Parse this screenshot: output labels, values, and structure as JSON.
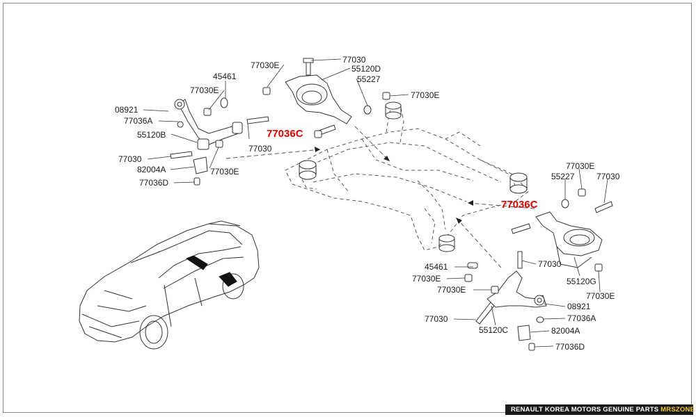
{
  "footer": {
    "main_text": "RENAULT KOREA MOTORS GENUINE PARTS",
    "brand_text": "MRSZONE"
  },
  "colors": {
    "highlight": "#e00000",
    "footer_bg": "#1b1b1b",
    "footer_accent": "#f4c430"
  },
  "callouts": [
    {
      "id": "c01",
      "text": "77030E",
      "highlight": false
    },
    {
      "id": "c02",
      "text": "77030",
      "highlight": false
    },
    {
      "id": "c03",
      "text": "55120D",
      "highlight": false
    },
    {
      "id": "c04",
      "text": "55227",
      "highlight": false
    },
    {
      "id": "c05",
      "text": "77030E",
      "highlight": false
    },
    {
      "id": "c06",
      "text": "45461",
      "highlight": false
    },
    {
      "id": "c07",
      "text": "77030E",
      "highlight": false
    },
    {
      "id": "c08",
      "text": "08921",
      "highlight": false
    },
    {
      "id": "c09",
      "text": "77036A",
      "highlight": false
    },
    {
      "id": "c10",
      "text": "55120B",
      "highlight": false
    },
    {
      "id": "c11",
      "text": "77030",
      "highlight": false
    },
    {
      "id": "c12",
      "text": "77030",
      "highlight": false
    },
    {
      "id": "c13",
      "text": "82004A",
      "highlight": false
    },
    {
      "id": "c14",
      "text": "77030E",
      "highlight": false
    },
    {
      "id": "c15",
      "text": "77036D",
      "highlight": false
    },
    {
      "id": "c16",
      "text": "77036C",
      "highlight": true
    },
    {
      "id": "c17",
      "text": "77030E",
      "highlight": false
    },
    {
      "id": "c18",
      "text": "55227",
      "highlight": false
    },
    {
      "id": "c19",
      "text": "77030",
      "highlight": false
    },
    {
      "id": "c20",
      "text": "77036C",
      "highlight": true
    },
    {
      "id": "c21",
      "text": "45461",
      "highlight": false
    },
    {
      "id": "c22",
      "text": "77030",
      "highlight": false
    },
    {
      "id": "c23",
      "text": "77030E",
      "highlight": false
    },
    {
      "id": "c24",
      "text": "55120G",
      "highlight": false
    },
    {
      "id": "c25",
      "text": "77030E",
      "highlight": false
    },
    {
      "id": "c26",
      "text": "77030E",
      "highlight": false
    },
    {
      "id": "c27",
      "text": "08921",
      "highlight": false
    },
    {
      "id": "c28",
      "text": "77030",
      "highlight": false
    },
    {
      "id": "c29",
      "text": "77036A",
      "highlight": false
    },
    {
      "id": "c30",
      "text": "55120C",
      "highlight": false
    },
    {
      "id": "c31",
      "text": "82004A",
      "highlight": false
    },
    {
      "id": "c32",
      "text": "77036D",
      "highlight": false
    }
  ]
}
